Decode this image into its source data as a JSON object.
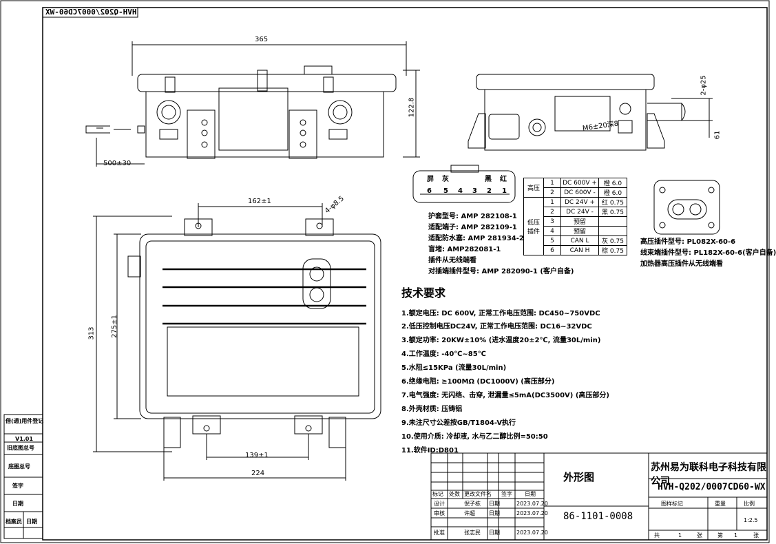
{
  "drawing_code_mirrored": "HVH-Q202/0007CD60-WX",
  "dimensions": {
    "top_width": "365",
    "height_side": "122.8",
    "cable_length": "500±30",
    "hole_spacing_top": "162±1",
    "hole_dia": "4-φ8.5",
    "overall_height": "313",
    "inner_height": "275±1",
    "hole_spacing_bottom": "139±1",
    "bottom_width": "224",
    "pipe_dia": "2-φ25",
    "side_61": "61",
    "thread": "M6±20深8"
  },
  "connector_pins": {
    "labels_top": [
      "屏",
      "灰",
      "黑",
      "红"
    ],
    "numbers": [
      "6",
      "5",
      "4",
      "3",
      "2",
      "1"
    ]
  },
  "connector_spec": [
    "护套型号:   AMP 282108-1",
    "适配端子:   AMP 282109-1",
    "适配防水塞: AMP 281934-2",
    "盲堵: AMP282081-1",
    "插件从无线端看",
    "对插端插件型号: AMP 282090-1 (客户自备)"
  ],
  "pin_table": {
    "rows": [
      {
        "group": "高压",
        "no": "1",
        "desc": "DC 600V +",
        "wire": "橙 6.0"
      },
      {
        "group": "",
        "no": "2",
        "desc": "DC 600V -",
        "wire": "橙 6.0"
      },
      {
        "group": "低压插件",
        "no": "1",
        "desc": "DC 24V +",
        "wire": "红 0.75"
      },
      {
        "group": "",
        "no": "2",
        "desc": "DC 24V -",
        "wire": "黑 0.75"
      },
      {
        "group": "",
        "no": "3",
        "desc": "预留",
        "wire": ""
      },
      {
        "group": "",
        "no": "4",
        "desc": "预留",
        "wire": ""
      },
      {
        "group": "",
        "no": "5",
        "desc": "CAN L",
        "wire": "灰 0.75"
      },
      {
        "group": "",
        "no": "6",
        "desc": "CAN H",
        "wire": "棕 0.75"
      }
    ]
  },
  "hv_connector": [
    "高压插件型号: PL082X-60-6",
    "线束端插件型号: PL182X-60-6(客户自备)",
    "加热器高压插件从无线端看"
  ],
  "tech_title": "技术要求",
  "requirements": [
    "1.额定电压: DC 600V, 正常工作电压范围: DC450~750VDC",
    "2.低压控制电压DC24V, 正常工作电压范围: DC16~32VDC",
    "3.额定功率: 20KW±10% (进水温度20±2℃, 流量30L/min)",
    "4.工作温度: -40℃~85℃",
    "5.水阻≤15KPa (流量30L/min)",
    "6.绝缘电阻: ≥100MΩ (DC1000V) (高压部分)",
    "7.电气强度: 无闪络、击穿, 泄漏量≤5mA(DC3500V) (高压部分)",
    "8.外壳材质: 压铸铝",
    "9.未注尺寸公差按GB/T1804-V执行",
    "10.使用介质: 冷却液, 水与乙二醇比例=50:50",
    "11.软件ID:D801"
  ],
  "title_block": {
    "drawing_name": "外形图",
    "company": "苏州易为联科电子科技有限公司",
    "drawing_code": "HVH-Q202/0007CD60-WX",
    "drawing_number": "86-1101-0008",
    "scale": "1:2.5",
    "header_row": [
      "标记",
      "处数",
      "更改文件名",
      "签字",
      "日期"
    ],
    "design": [
      "设计",
      "倪子栋",
      "日期",
      "2023.07.20"
    ],
    "review": [
      "审核",
      "许超",
      "日期",
      "2023.07.20"
    ],
    "approve": [
      "批准",
      "张志民",
      "日期",
      "2023.07.20"
    ],
    "right_header": [
      "图样标记",
      "重量",
      "比例"
    ],
    "sheets": [
      "共",
      "1",
      "张",
      "第",
      "1",
      "张"
    ]
  },
  "left_block": [
    "借(通)用件登记",
    "V1.01",
    "旧底图总号",
    "底图总号",
    "签字",
    "日期",
    "档案员",
    "日期"
  ]
}
